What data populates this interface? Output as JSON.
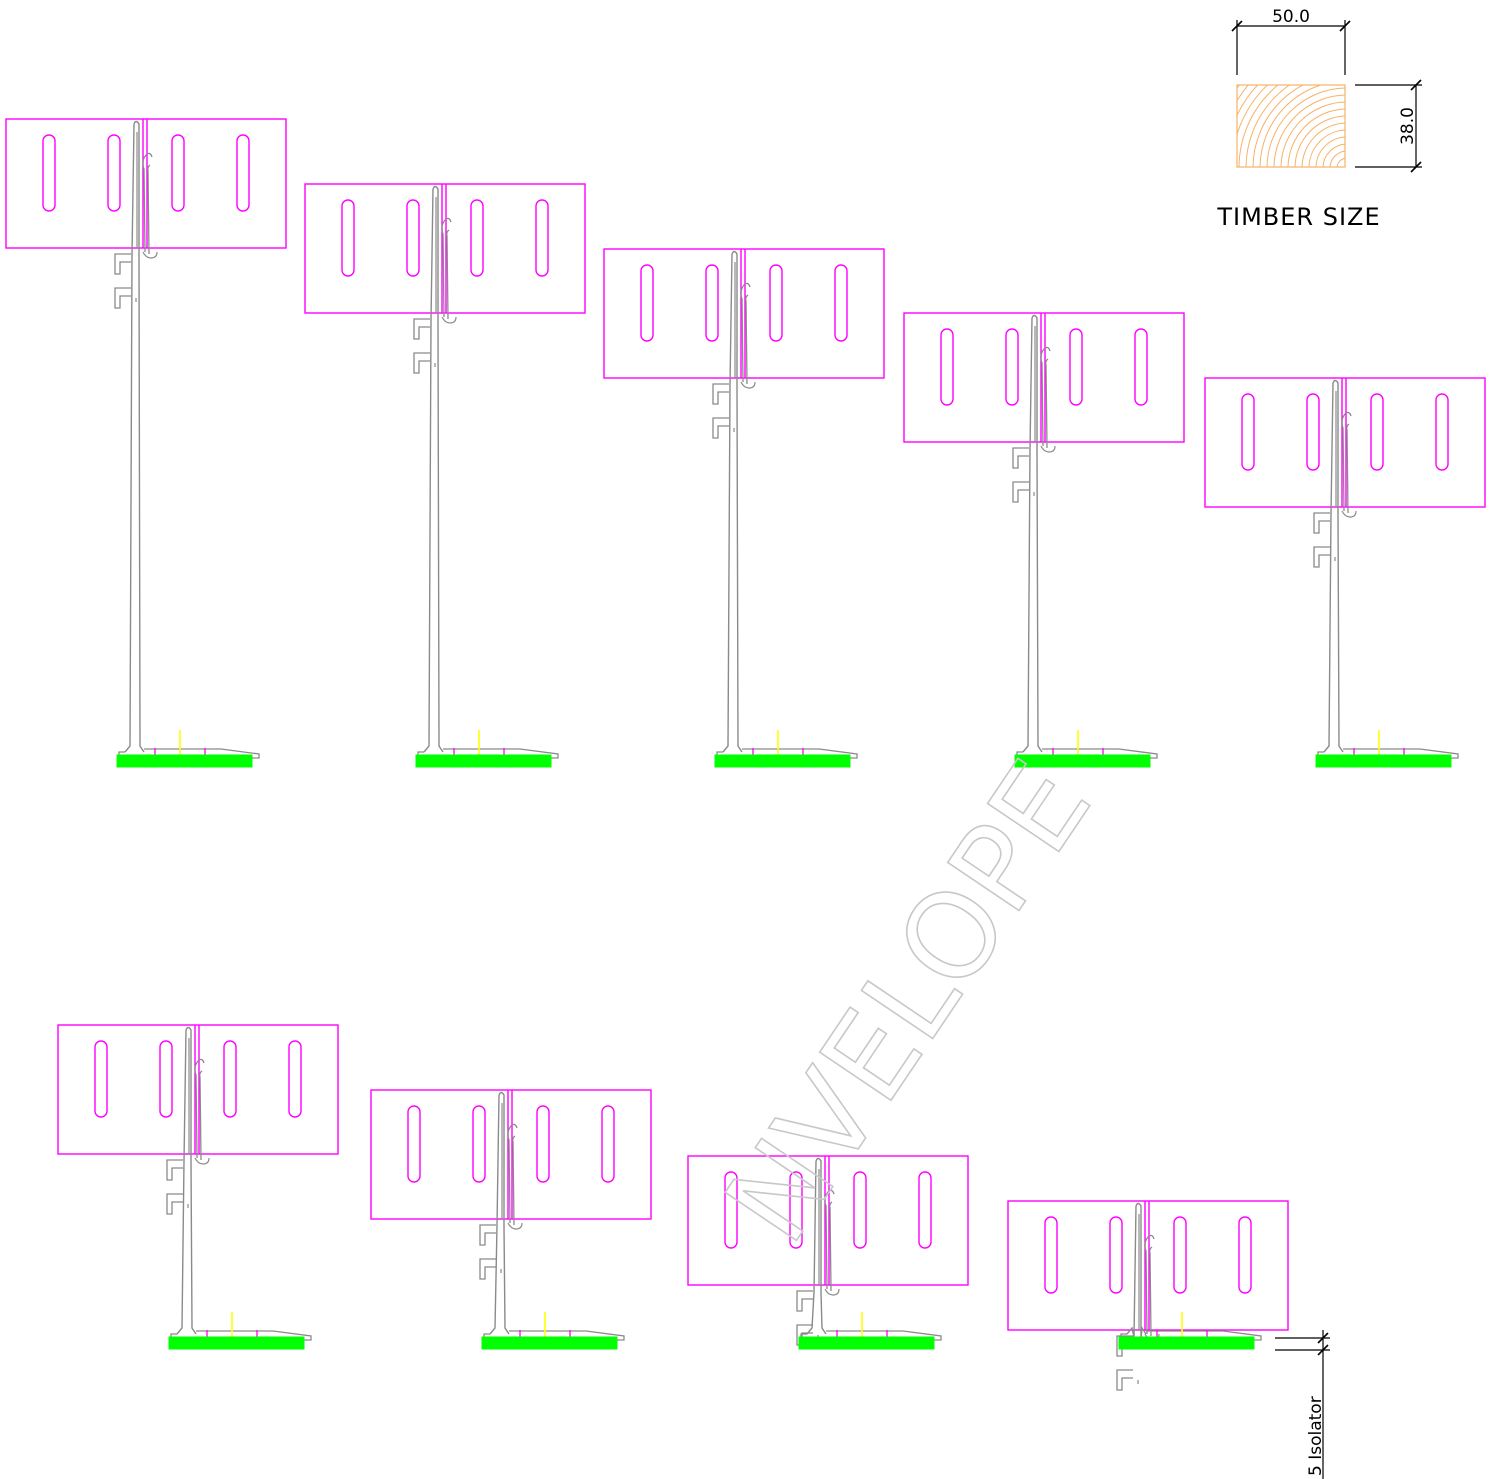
{
  "drawing": {
    "timber": {
      "width_label": "50.0",
      "height_label": "38.0",
      "title": "TIMBER SIZE",
      "fill_color": "#f7b267"
    },
    "isolator_label": "5 Isolator",
    "watermark": "NVELOPE",
    "colors": {
      "bracket": "#8a8a8a",
      "plate": "#ff00ff",
      "isolator": "#00ff00",
      "marker": "#ffff00",
      "dimension": "#000000"
    },
    "bracket_count": 9
  }
}
